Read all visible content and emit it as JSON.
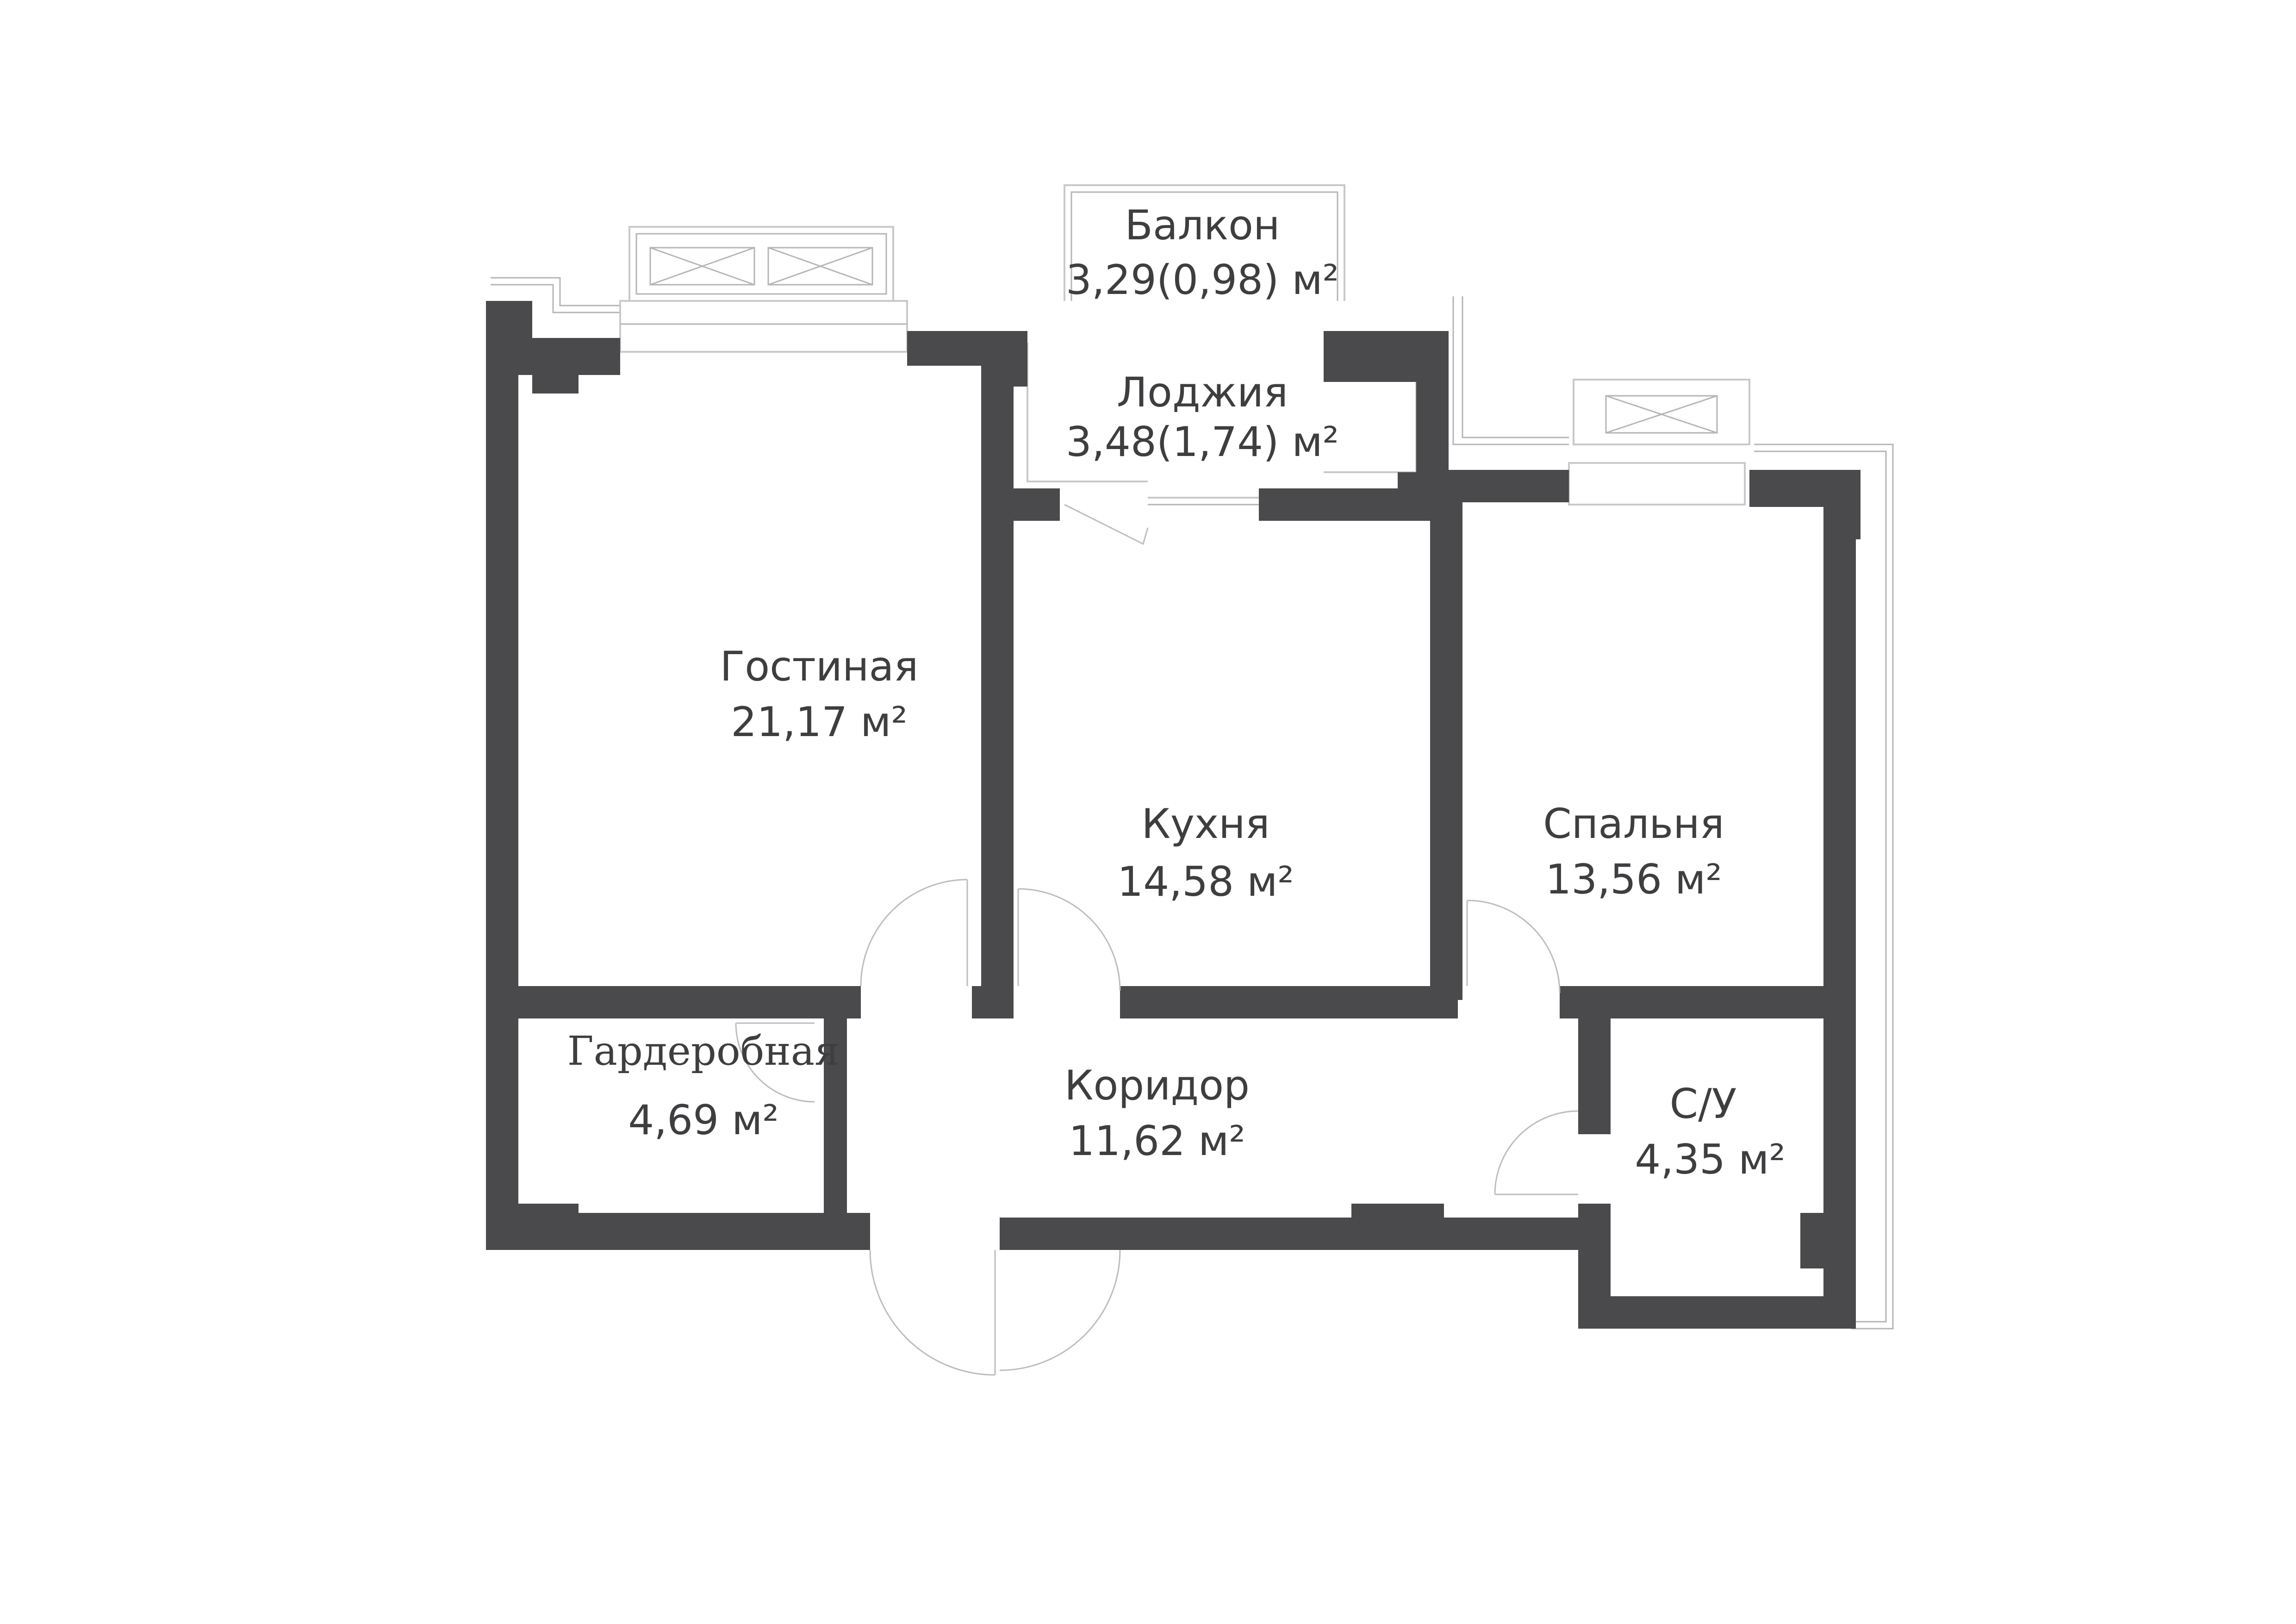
{
  "colors": {
    "wall": "#4a4a4c",
    "thin_line": "#c9c9c9",
    "text": "#3e3e40",
    "background": "#ffffff"
  },
  "rooms": {
    "balcony": {
      "name": "Балкон",
      "area": "3,29(0,98) м²"
    },
    "loggia": {
      "name": "Лоджия",
      "area": "3,48(1,74) м²"
    },
    "living": {
      "name": "Гостиная",
      "area": "21,17 м²"
    },
    "kitchen": {
      "name": "Кухня",
      "area": "14,58 м²"
    },
    "bedroom": {
      "name": "Спальня",
      "area": "13,56 м²"
    },
    "wardrobe": {
      "name": "Гардеробная",
      "area": "4,69 м²"
    },
    "corridor": {
      "name": "Коридор",
      "area": "11,62 м²"
    },
    "bathroom": {
      "name": "С/У",
      "area": "4,35 м²"
    }
  }
}
